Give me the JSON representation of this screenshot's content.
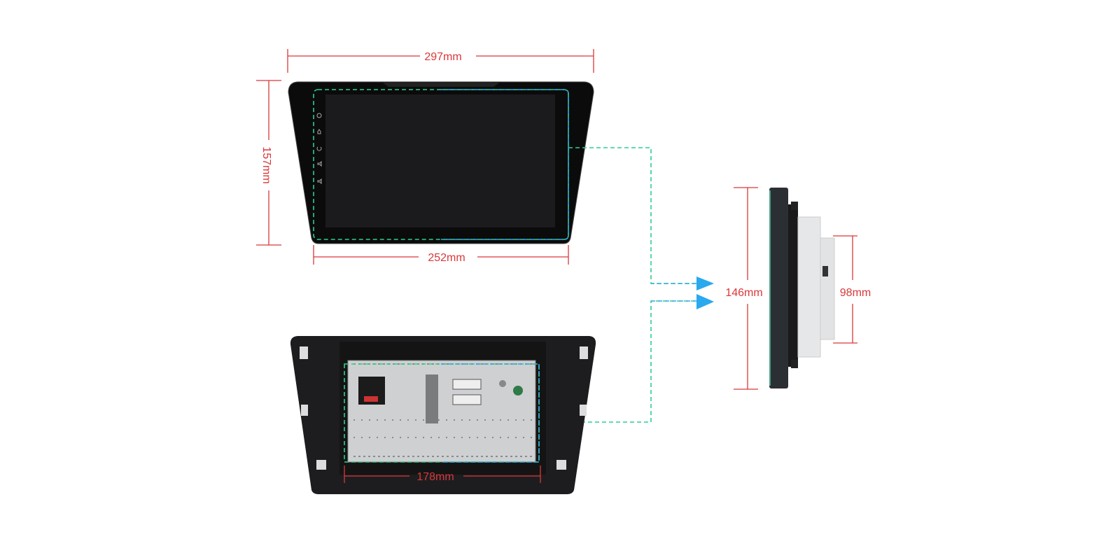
{
  "dimensions": {
    "front_width": "297mm",
    "front_height": "157mm",
    "screen_frame_width": "252mm",
    "side_height": "146mm",
    "chassis_height": "98mm",
    "chassis_width": "178mm"
  },
  "colors": {
    "dimension_line": "#d9383a",
    "outline_green": "#2ecf8f",
    "outline_blue": "#3aa8e8"
  }
}
